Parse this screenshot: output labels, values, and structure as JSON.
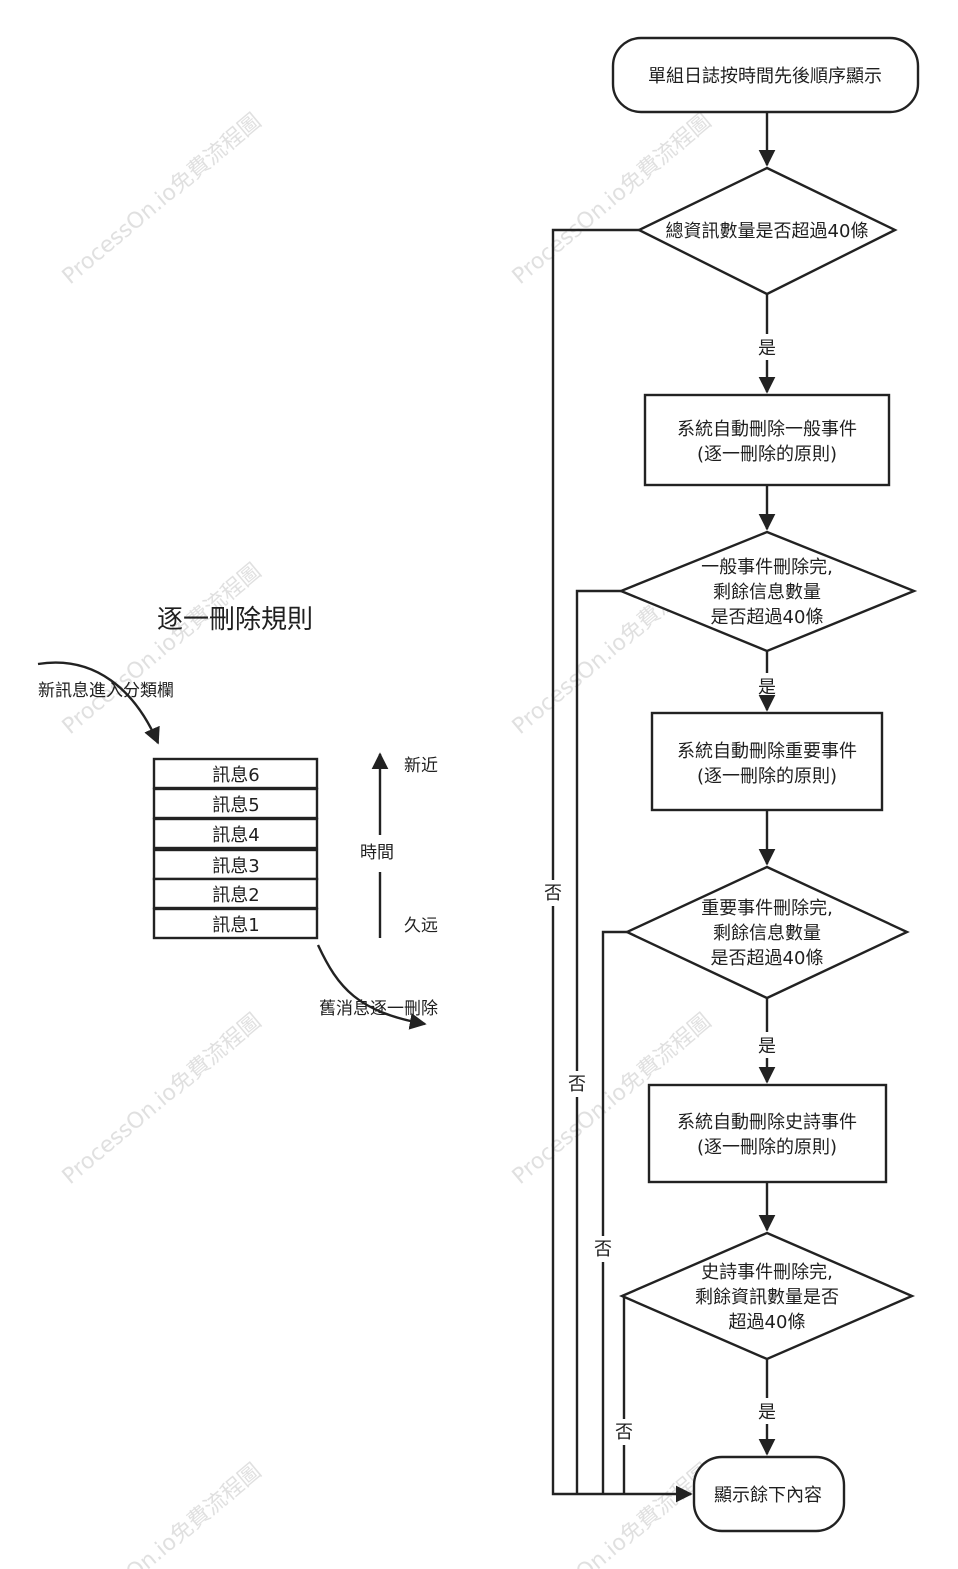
{
  "watermark_text": "ProcessOn.io免費流程圖",
  "flowchart": {
    "start": "單組日誌按時間先後順序顯示",
    "decision_1": "總資訊數量是否超過40條",
    "action_1": [
      "系統自動刪除一般事件",
      "(逐一刪除的原則)"
    ],
    "decision_2": [
      "一般事件刪除完,",
      "剩餘信息數量",
      "是否超過40條"
    ],
    "action_2": [
      "系統自動刪除重要事件",
      "(逐一刪除的原則)"
    ],
    "decision_3": [
      "重要事件刪除完,",
      "剩餘信息數量",
      "是否超過40條"
    ],
    "action_3": [
      "系統自動刪除史詩事件",
      "(逐一刪除的原則)"
    ],
    "decision_4": [
      "史詩事件刪除完,",
      "剩餘資訊數量是否",
      "超過40條"
    ],
    "end": "顯示餘下內容",
    "yes_label": "是",
    "no_label": "否"
  },
  "rule_diagram": {
    "title": "逐一刪除規則",
    "incoming": "新訊息進入分類欄",
    "outgoing": "舊消息逐一刪除",
    "messages": [
      "訊息6",
      "訊息5",
      "訊息4",
      "訊息3",
      "訊息2",
      "訊息1"
    ],
    "time_label": "時間",
    "newest_label": "新近",
    "oldest_label": "久远"
  }
}
